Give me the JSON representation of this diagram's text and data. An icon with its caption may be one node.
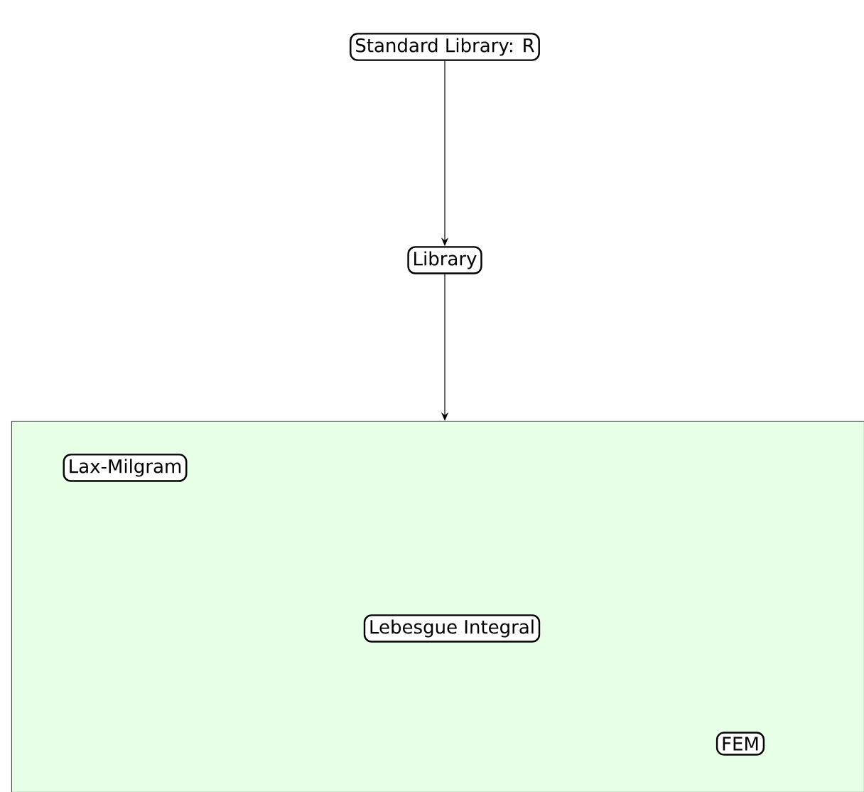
{
  "diagram": {
    "nodes": [
      {
        "text": [
          "Standard Library: R"
        ]
      },
      {
        "text": [
          "Library"
        ]
      },
      {
        "text": [],
        "shape": "box"
      },
      {
        "text": [
          "Lax-Milgram"
        ],
        "in": 2
      },
      {
        "text": [
          "Lebesgue Integral"
        ],
        "in": 2
      },
      {
        "text": [
          "FEM"
        ],
        "in": 2
      }
    ],
    "edges": [
      {
        "from": 0,
        "to": 1,
        "arrow": "to"
      },
      {
        "from": 1,
        "to": 2,
        "arrow": "to"
      }
    ]
  }
}
